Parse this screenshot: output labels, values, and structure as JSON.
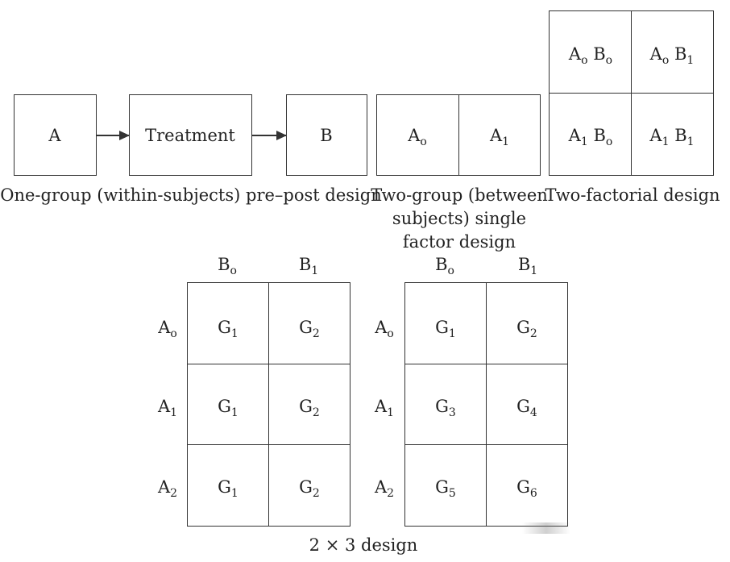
{
  "pre_post": {
    "box_a": "A",
    "treatment": "Treatment",
    "box_b": "B",
    "caption": "One-group (within-subjects) pre–post design"
  },
  "two_group": {
    "cell_left": {
      "main": "A",
      "sub": "o"
    },
    "cell_right": {
      "main": "A",
      "sub": "1"
    },
    "caption_lines": [
      "Two-group (between",
      "subjects) single",
      "factor design"
    ]
  },
  "factorial": {
    "cells": [
      [
        {
          "a": "A",
          "a_sub": "o",
          "b": "B",
          "b_sub": "o"
        },
        {
          "a": "A",
          "a_sub": "o",
          "b": "B",
          "b_sub": "1"
        }
      ],
      [
        {
          "a": "A",
          "a_sub": "1",
          "b": "B",
          "b_sub": "o"
        },
        {
          "a": "A",
          "a_sub": "1",
          "b": "B",
          "b_sub": "1"
        }
      ]
    ],
    "caption": "Two-factorial design"
  },
  "grid_left": {
    "columns": [
      {
        "main": "B",
        "sub": "o"
      },
      {
        "main": "B",
        "sub": "1"
      }
    ],
    "rows": [
      {
        "main": "A",
        "sub": "o"
      },
      {
        "main": "A",
        "sub": "1"
      },
      {
        "main": "A",
        "sub": "2"
      }
    ],
    "cells": [
      [
        {
          "main": "G",
          "sub": "1"
        },
        {
          "main": "G",
          "sub": "2"
        }
      ],
      [
        {
          "main": "G",
          "sub": "1"
        },
        {
          "main": "G",
          "sub": "2"
        }
      ],
      [
        {
          "main": "G",
          "sub": "1"
        },
        {
          "main": "G",
          "sub": "2"
        }
      ]
    ]
  },
  "grid_right": {
    "columns": [
      {
        "main": "B",
        "sub": "o"
      },
      {
        "main": "B",
        "sub": "1"
      }
    ],
    "rows": [
      {
        "main": "A",
        "sub": "o"
      },
      {
        "main": "A",
        "sub": "1"
      },
      {
        "main": "A",
        "sub": "2"
      }
    ],
    "cells": [
      [
        {
          "main": "G",
          "sub": "1"
        },
        {
          "main": "G",
          "sub": "2"
        }
      ],
      [
        {
          "main": "G",
          "sub": "3"
        },
        {
          "main": "G",
          "sub": "4"
        }
      ],
      [
        {
          "main": "G",
          "sub": "5"
        },
        {
          "main": "G",
          "sub": "6"
        }
      ]
    ]
  },
  "grid_caption": "2 × 3 design"
}
